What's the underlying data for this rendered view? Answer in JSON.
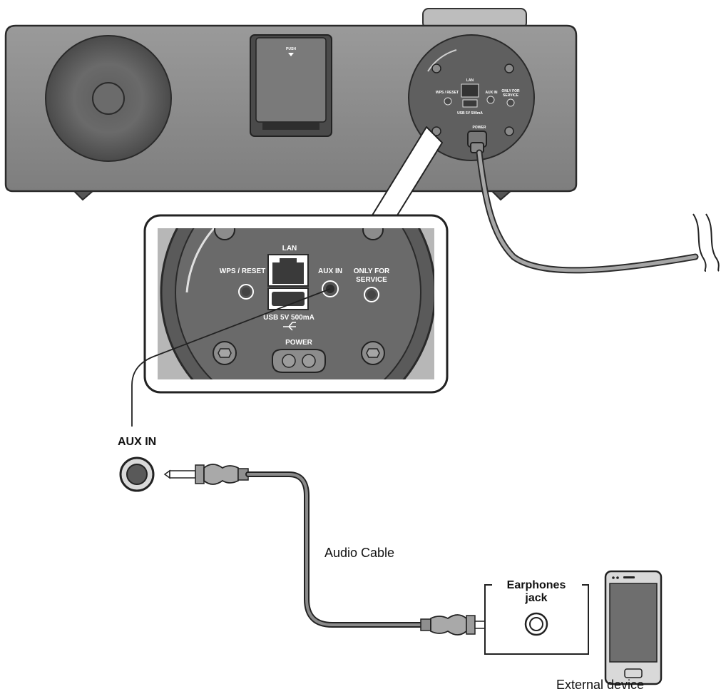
{
  "device": {
    "push_label": "PUSH",
    "panel_labels": {
      "lan": "LAN",
      "wps_reset": "WPS / RESET",
      "aux_in": "AUX IN",
      "only_for": "ONLY FOR",
      "service": "SERVICE",
      "usb": "USB 5V 500mA",
      "power": "POWER"
    }
  },
  "zoom_panel": {
    "lan": "LAN",
    "wps_reset": "WPS / RESET",
    "aux_in": "AUX IN",
    "only_for": "ONLY FOR",
    "service": "SERVICE",
    "usb": "USB 5V 500mA",
    "power": "POWER"
  },
  "connection": {
    "aux_in_label": "AUX IN",
    "cable_label": "Audio Cable",
    "earphones_line1": "Earphones",
    "earphones_line2": "jack",
    "external_device_label": "External device"
  },
  "colors": {
    "body": "#8e8e8e",
    "body_dark": "#5a5a5a",
    "panel": "#6e6e6e",
    "cable": "#777777"
  }
}
